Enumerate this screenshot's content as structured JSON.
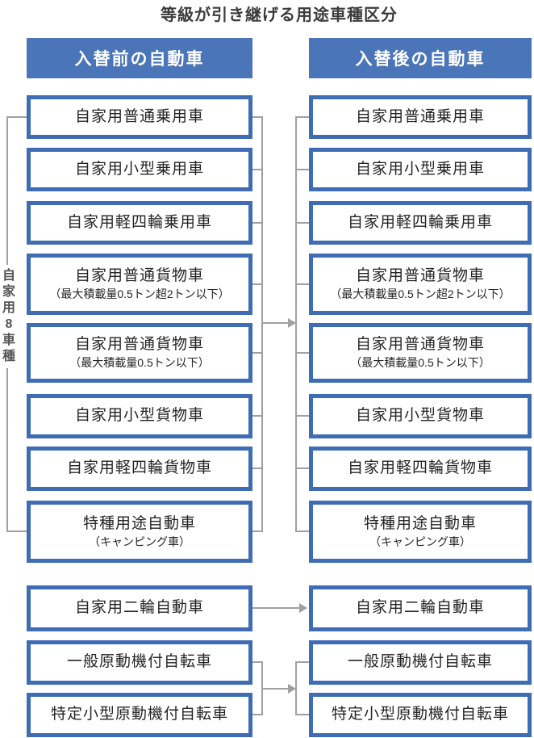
{
  "title": "等級が引き継げる用途車種区分",
  "columns": {
    "before": "入替前の自動車",
    "after": "入替後の自動車"
  },
  "group_label": "自家用8車種",
  "vehicles": [
    {
      "label": "自家用普通乗用車"
    },
    {
      "label": "自家用小型乗用車"
    },
    {
      "label": "自家用軽四輪乗用車"
    },
    {
      "label": "自家用普通貨物車",
      "note": "（最大積載量0.5トン超2トン以下）"
    },
    {
      "label": "自家用普通貨物車",
      "note": "（最大積載量0.5トン以下）"
    },
    {
      "label": "自家用小型貨物車"
    },
    {
      "label": "自家用軽四輪貨物車"
    },
    {
      "label": "特種用途自動車",
      "note": "（キャンピング車）"
    }
  ],
  "other_vehicles": [
    {
      "label": "自家用二輪自動車"
    },
    {
      "label": "一般原動機付自転車"
    },
    {
      "label": "特定小型原動機付自転車"
    }
  ],
  "colors": {
    "box_border": "#3e6cb5",
    "header_fill": "#4a75b8",
    "connector_gray": "#a0a0a0",
    "box_text": "#252525",
    "title_text": "#3c3c3c",
    "group_label_text": "#555555"
  }
}
